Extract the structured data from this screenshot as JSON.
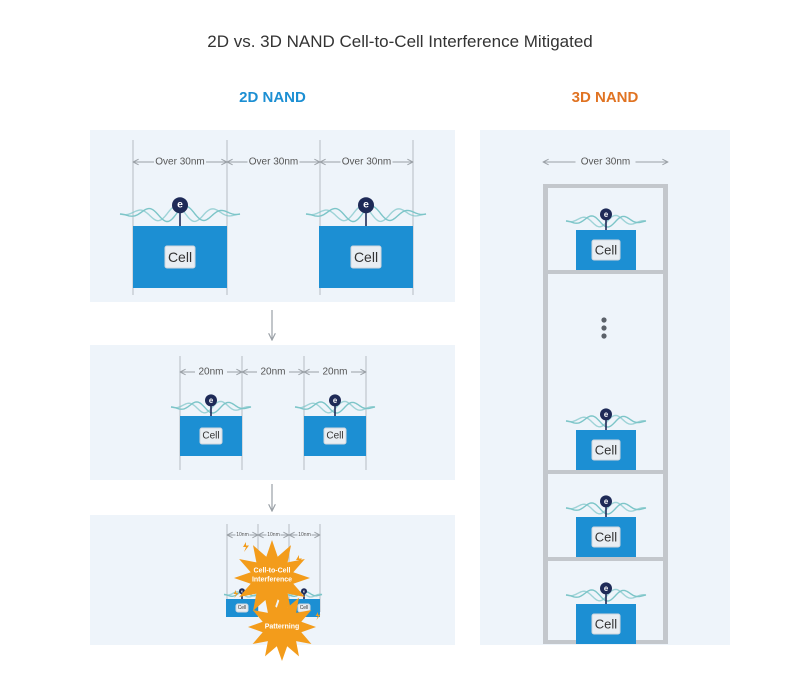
{
  "title": "2D vs. 3D NAND Cell-to-Cell Interference Mitigated",
  "headings": {
    "nand2d": "2D NAND",
    "nand3d": "3D NAND"
  },
  "labels": {
    "over30": "Over 30nm",
    "nm20": "20nm",
    "nm10": "10nm",
    "cell": "Cell",
    "electron": "e",
    "interference": "Cell-to-Cell Interference",
    "patterning": "Patterning"
  },
  "colors": {
    "cell_blue": "#1c8fd3",
    "wave_teal": "#7cc5c8",
    "electron_navy": "#1e2a57",
    "burst_orange": "#f39c1b",
    "panel_bg": "#eef4fa",
    "stack_gray": "#c3c7cc",
    "heading_3d": "#e07322"
  }
}
